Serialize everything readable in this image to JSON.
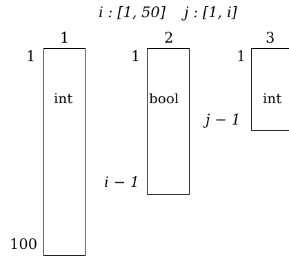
{
  "header": {
    "i_range": "i : [1, 50]",
    "j_range": "j : [1, i]"
  },
  "arrays": [
    {
      "index": "1",
      "type": "int",
      "start": "1",
      "end": "100"
    },
    {
      "index": "2",
      "type": "bool",
      "start": "1",
      "end": "i − 1"
    },
    {
      "index": "3",
      "type": "int",
      "start": "1",
      "end": "j − 1"
    }
  ],
  "colors": {
    "stroke": "#000000",
    "background": "#ffffff"
  }
}
